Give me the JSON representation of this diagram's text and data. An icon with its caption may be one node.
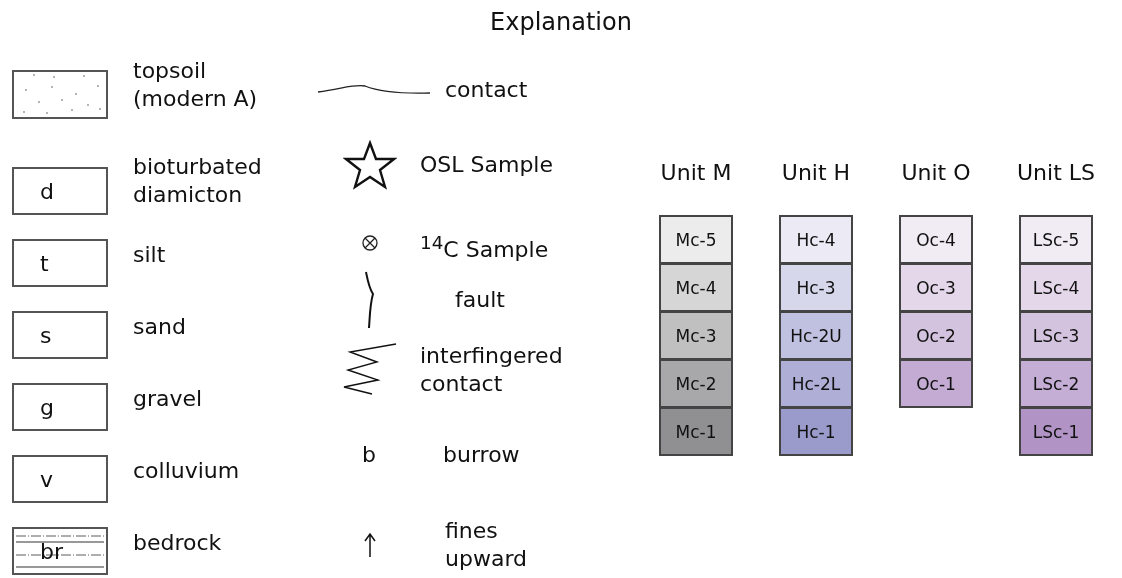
{
  "diagram": {
    "title": "Explanation",
    "nodes": [
      {
        "text": [],
        "shape": "box",
        "beside": [
          "topsoil (modern A)"
        ]
      },
      {
        "text": [
          "d"
        ],
        "beside": [
          "bioturbated diamicton"
        ]
      },
      {
        "text": [
          "t"
        ],
        "beside": [
          "silt"
        ]
      },
      {
        "text": [
          "s"
        ],
        "beside": [
          "sand"
        ]
      },
      {
        "text": [
          "g"
        ],
        "beside": [
          "gravel"
        ]
      },
      {
        "text": [
          "v"
        ],
        "beside": [
          "colluvium"
        ]
      },
      {
        "text": [
          "br"
        ],
        "beside": [
          "bedrock"
        ]
      },
      {
        "text": [
          "Unit M"
        ]
      },
      {
        "text": [
          "Mc-5"
        ],
        "in": 7
      },
      {
        "text": [
          "Mc-4"
        ],
        "in": 7
      },
      {
        "text": [
          "Mc-3"
        ],
        "in": 7
      },
      {
        "text": [
          "Mc-2"
        ],
        "in": 7
      },
      {
        "text": [
          "Mc-1"
        ],
        "in": 7
      },
      {
        "text": [
          "Unit H"
        ]
      },
      {
        "text": [
          "Hc-4"
        ],
        "in": 13
      },
      {
        "text": [
          "Hc-3"
        ],
        "in": 13
      },
      {
        "text": [
          "Hc-2U"
        ],
        "in": 13
      },
      {
        "text": [
          "Hc-2L"
        ],
        "in": 13
      },
      {
        "text": [
          "Hc-1"
        ],
        "in": 13
      },
      {
        "text": [
          "Unit O"
        ]
      },
      {
        "text": [
          "Oc-4"
        ],
        "in": 19
      },
      {
        "text": [
          "Oc-3"
        ],
        "in": 19
      },
      {
        "text": [
          "Oc-2"
        ],
        "in": 19
      },
      {
        "text": [
          "Oc-1"
        ],
        "in": 19
      },
      {
        "text": [
          "Unit LS"
        ]
      },
      {
        "text": [
          "LSc-5"
        ],
        "in": 24
      },
      {
        "text": [
          "LSc-4"
        ],
        "in": 24
      },
      {
        "text": [
          "LSc-3"
        ],
        "in": 24
      },
      {
        "text": [
          "LSc-2"
        ],
        "in": 24
      },
      {
        "text": [
          "LSc-1"
        ],
        "in": 24
      }
    ],
    "labels": [
      "b"
    ],
    "legend": [
      {
        "text": "contact"
      },
      {
        "text": "OSL Sample"
      },
      {
        "text": "$^{14}$C Sample"
      },
      {
        "text": "fault"
      },
      {
        "text": "interfingered contact"
      },
      {
        "text": "burrow"
      },
      {
        "text": "fines upward"
      }
    ]
  }
}
